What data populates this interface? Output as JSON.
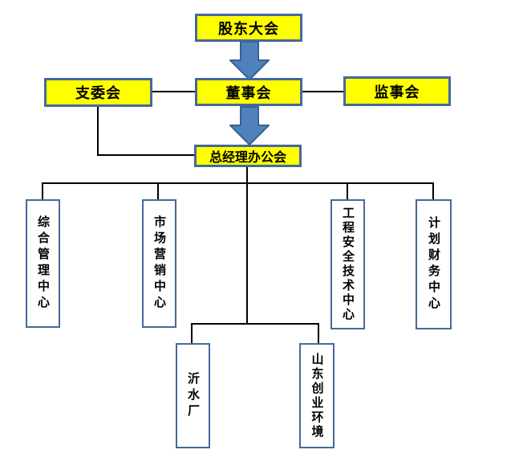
{
  "diagram": {
    "type": "org-chart",
    "nodes": {
      "shareholders_meeting": {
        "label": "股东大会"
      },
      "branch_committee": {
        "label": "支委会"
      },
      "board_of_directors": {
        "label": "董事会"
      },
      "supervisory_board": {
        "label": "监事会"
      },
      "gm_office_meeting": {
        "label": "总经理办公会"
      },
      "general_management_center": {
        "label": "综合管理中心"
      },
      "marketing_center": {
        "label": "市场营销中心"
      },
      "engineering_safety_tech_center": {
        "label": "工程安全技术中心"
      },
      "planning_finance_center": {
        "label": "计划财务中心"
      },
      "yishui_plant": {
        "label": "沂水厂"
      },
      "shandong_chuangye_environment": {
        "label": "山东创业环境"
      }
    },
    "edges": [
      "股东大会 -> 董事会",
      "支委会 - 董事会",
      "董事会 - 监事会",
      "董事会 -> 总经理办公会",
      "支委会 - 总经理办公会",
      "总经理办公会 - 综合管理中心",
      "总经理办公会 - 市场营销中心",
      "总经理办公会 - 工程安全技术中心",
      "总经理办公会 - 计划财务中心",
      "总经理办公会 - 沂水厂",
      "总经理办公会 - 山东创业环境"
    ],
    "colors": {
      "parent_box_fill": "#ffff00",
      "box_border": "#44699e",
      "child_box_fill": "#ffffff",
      "arrow_fill": "#4f81bd",
      "arrow_border": "#3a618c",
      "connector_line": "#000000",
      "text": "#000000",
      "background": "#ffffff"
    }
  }
}
